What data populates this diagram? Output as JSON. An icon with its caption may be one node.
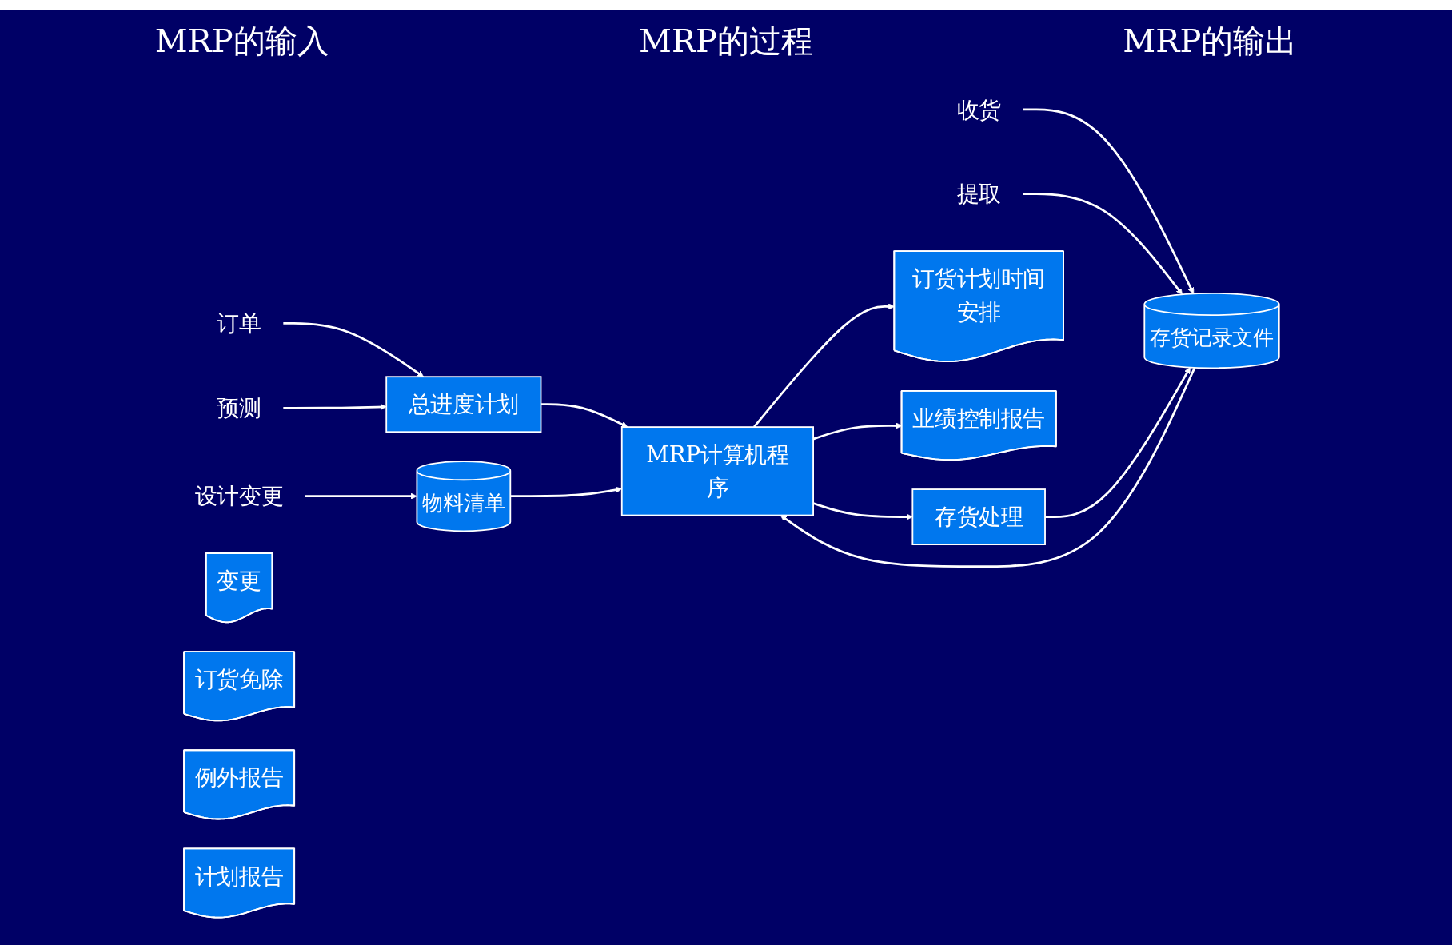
{
  "diagram": {
    "nodes": [
      {
        "text": [
          "订单"
        ]
      },
      {
        "text": [
          "预测"
        ]
      },
      {
        "text": [
          "总进度计划"
        ]
      },
      {
        "text": [
          "设计变更"
        ]
      },
      {
        "text": [
          "物料清单"
        ]
      },
      {
        "text": [
          "收货"
        ]
      },
      {
        "text": [
          "提取"
        ]
      },
      {
        "text": [
          "存货记录文件"
        ]
      },
      {
        "text": [
          "MRP计算机程序"
        ]
      },
      {
        "text": [
          "变更"
        ]
      },
      {
        "text": [
          "订货免除"
        ]
      },
      {
        "text": [
          "订货计划时间安排"
        ]
      },
      {
        "text": [
          "例外报告"
        ]
      },
      {
        "text": [
          "计划报告"
        ]
      },
      {
        "text": [
          "业绩控制报告"
        ]
      },
      {
        "text": [
          "存货处理"
        ]
      }
    ],
    "edges": [
      {
        "from": 0,
        "to": 2,
        "arrow": "to"
      },
      {
        "from": 1,
        "to": 2,
        "arrow": "to"
      },
      {
        "from": 3,
        "to": 4,
        "arrow": "to"
      },
      {
        "from": 5,
        "to": 7,
        "arrow": "to"
      },
      {
        "from": 6,
        "to": 7,
        "arrow": "to"
      },
      {
        "from": 2,
        "to": 8,
        "arrow": "to"
      },
      {
        "from": 4,
        "to": 8,
        "arrow": "to"
      },
      {
        "from": 7,
        "to": 8,
        "arrow": "to"
      },
      {
        "from": 8,
        "to": 11,
        "arrow": "to"
      },
      {
        "from": 8,
        "to": 14,
        "arrow": "to"
      },
      {
        "from": 8,
        "to": 15,
        "arrow": "to"
      },
      {
        "from": 15,
        "to": 7,
        "arrow": "to"
      }
    ],
    "labels": [
      "MRP的输入",
      "MRP的过程",
      "MRP的输出"
    ]
  }
}
